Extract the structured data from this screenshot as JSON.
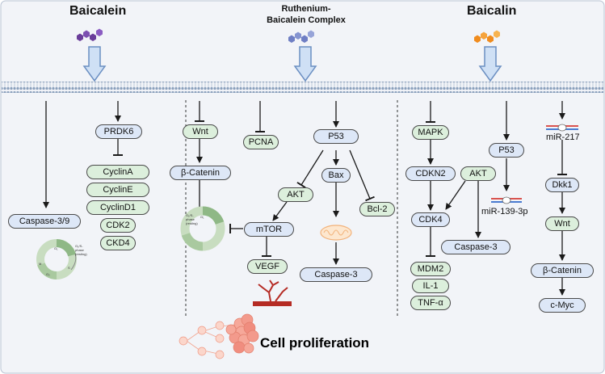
{
  "compounds": {
    "left": "Baicalein",
    "middle_line1": "Ruthenium-",
    "middle_line2": "Baicalein Complex",
    "right": "Baicalin"
  },
  "nodes": {
    "caspase39": "Caspase-3/9",
    "prdk6": "PRDK6",
    "cyclinA": "CyclinA",
    "cyclinE": "CyclinE",
    "cyclinD1": "CyclinD1",
    "cdk2": "CDK2",
    "ckd4": "CKD4",
    "wnt_mid": "Wnt",
    "bcatenin_mid": "β-Catenin",
    "pcna": "PCNA",
    "p53_mid": "P53",
    "akt_mid": "AKT",
    "bax": "Bax",
    "bcl2": "Bcl-2",
    "mtor": "mTOR",
    "vegf": "VEGF",
    "caspase3_mid": "Caspase-3",
    "mapk": "MAPK",
    "cdkn2": "CDKN2",
    "akt_right": "AKT",
    "cdk4": "CDK4",
    "caspase3_right": "Caspase-3",
    "mdm2": "MDM2",
    "il1": "IL-1",
    "tnfa": "TNF-α",
    "p53_right": "P53",
    "mir139": "miR-139-3p",
    "mir217": "miR-217",
    "dkk1": "Dkk1",
    "wnt_right": "Wnt",
    "bcatenin_right": "β-Catenin",
    "cmyc": "c-Myc"
  },
  "cell_cycle": {
    "g1": "G₁",
    "g2": "G₂",
    "s": "S",
    "m": "M",
    "arrest_line1": "G₁/S-",
    "arrest_line2": "phase",
    "arrest_line3": "(resting)"
  },
  "footer": {
    "label": "Cell proliferation"
  },
  "colors": {
    "left_compound": "#6a3d9a",
    "middle_compound": "#6f7fc4",
    "right_compound": "#f08c1e",
    "blue_node": "#dde7f7",
    "green_node": "#dcefdc",
    "membrane": "#9fb0c8",
    "panel": "#f2f4f8"
  },
  "icons": [
    "hexagon-molecule-icon",
    "down-arrow-icon",
    "mitochondrion-icon",
    "blood-vessel-icon",
    "cell-cluster-icon",
    "cell-cycle-icon",
    "microrna-icon"
  ]
}
